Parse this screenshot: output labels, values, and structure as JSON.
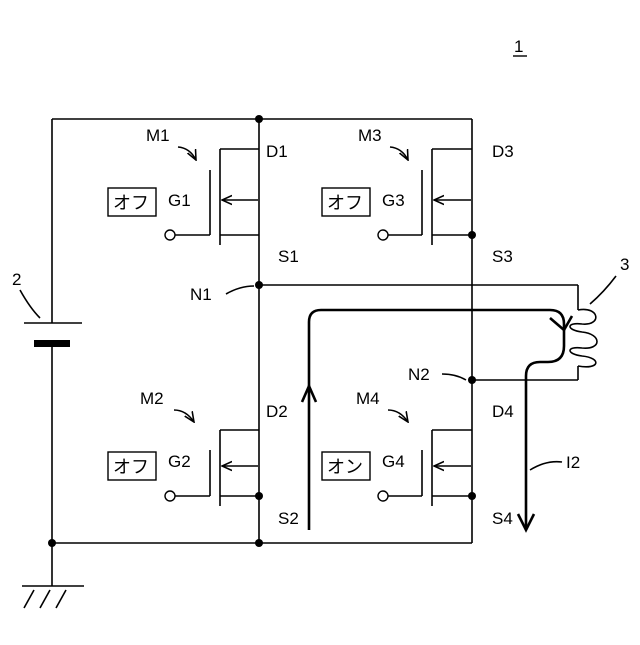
{
  "figure_number": "1",
  "battery": {
    "label": "2"
  },
  "coil": {
    "label": "3"
  },
  "nodes": {
    "n1": "N1",
    "n2": "N2"
  },
  "current": {
    "label": "I2"
  },
  "transistors": [
    {
      "id": "m1",
      "name": "M1",
      "gate": "G1",
      "drain": "D1",
      "source": "S1",
      "state": "オフ"
    },
    {
      "id": "m2",
      "name": "M2",
      "gate": "G2",
      "drain": "D2",
      "source": "S2",
      "state": "オフ"
    },
    {
      "id": "m3",
      "name": "M3",
      "gate": "G3",
      "drain": "D3",
      "source": "S3",
      "state": "オフ"
    },
    {
      "id": "m4",
      "name": "M4",
      "gate": "G4",
      "drain": "D4",
      "source": "S4",
      "state": "オン"
    }
  ]
}
